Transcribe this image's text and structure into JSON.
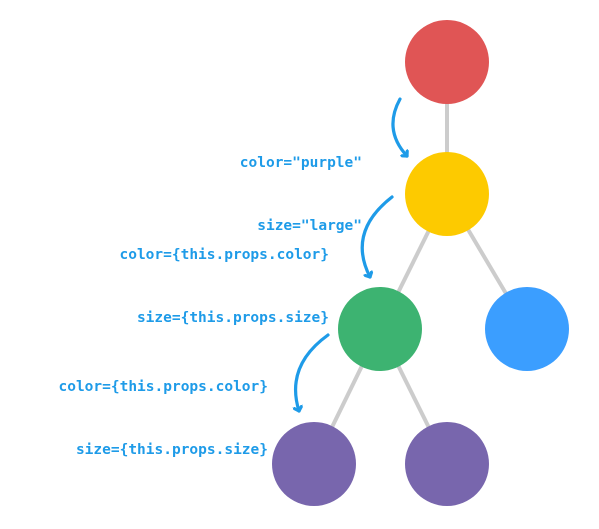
{
  "colors": {
    "edge": "#cccccc",
    "arrow": "#1e9be8",
    "label": "#1e9be8",
    "root": "#e05555",
    "parent": "#fdca00",
    "child_left": "#3db371",
    "child_right": "#3b9eff",
    "grandchild": "#7866ad"
  },
  "annotations": [
    {
      "line1": "color=\"purple\"",
      "line2": "size=\"large\""
    },
    {
      "line1": "color={this.props.color}",
      "line2": "size={this.props.size}"
    },
    {
      "line1": "color={this.props.color}",
      "line2": "size={this.props.size}"
    }
  ]
}
